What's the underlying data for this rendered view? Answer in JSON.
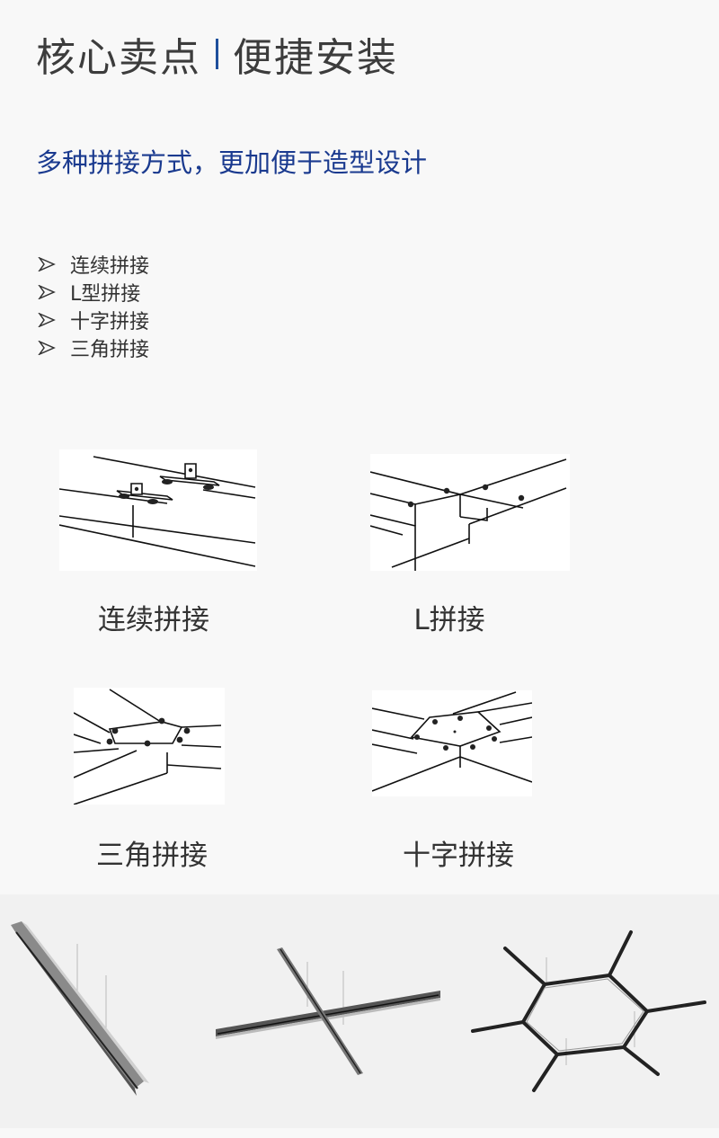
{
  "header": {
    "title_left": "核心卖点",
    "title_right": "便捷安装"
  },
  "subtitle": "多种拼接方式，更加便于造型设计",
  "features": [
    "连续拼接",
    "L型拼接",
    "十字拼接",
    "三角拼接"
  ],
  "diagrams": {
    "continuous_caption": "连续拼接",
    "l_caption": "L拼接",
    "triangle_caption": "三角拼接",
    "cross_caption": "十字拼接"
  },
  "colors": {
    "title_text": "#3c3c3c",
    "subtitle_text": "#1a3a8f",
    "divider": "#1e4f9c"
  },
  "icons": {
    "bullet": "arrowhead-bullet-icon"
  }
}
